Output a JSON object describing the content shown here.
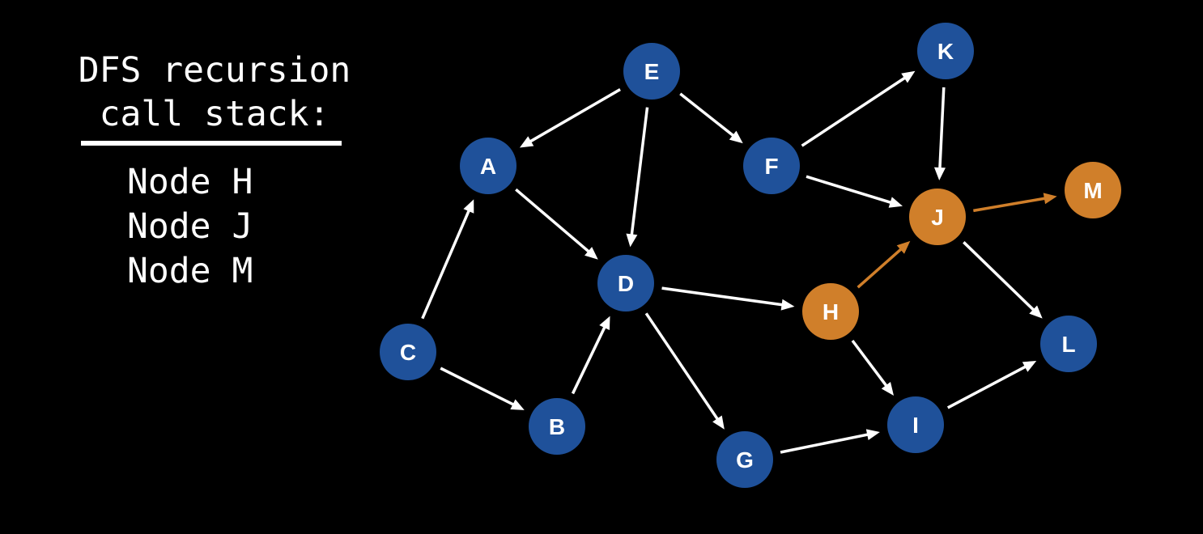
{
  "stack_panel": {
    "heading_line1": "DFS recursion",
    "heading_line2": "call stack:",
    "items": [
      "Node H",
      "Node J",
      "Node M"
    ]
  },
  "colors": {
    "background": "#000000",
    "node_unvisited": "#1f519a",
    "node_active": "#d07f2a",
    "edge_default": "#ffffff",
    "edge_active": "#d07f2a"
  },
  "graph": {
    "nodes": [
      {
        "id": "E",
        "state": "default"
      },
      {
        "id": "K",
        "state": "default"
      },
      {
        "id": "A",
        "state": "default"
      },
      {
        "id": "F",
        "state": "default"
      },
      {
        "id": "M",
        "state": "active"
      },
      {
        "id": "J",
        "state": "active"
      },
      {
        "id": "D",
        "state": "default"
      },
      {
        "id": "H",
        "state": "active"
      },
      {
        "id": "C",
        "state": "default"
      },
      {
        "id": "L",
        "state": "default"
      },
      {
        "id": "B",
        "state": "default"
      },
      {
        "id": "I",
        "state": "default"
      },
      {
        "id": "G",
        "state": "default"
      }
    ],
    "edges": [
      {
        "from": "E",
        "to": "A",
        "state": "default"
      },
      {
        "from": "E",
        "to": "D",
        "state": "default"
      },
      {
        "from": "E",
        "to": "F",
        "state": "default"
      },
      {
        "from": "F",
        "to": "K",
        "state": "default"
      },
      {
        "from": "F",
        "to": "J",
        "state": "default"
      },
      {
        "from": "K",
        "to": "J",
        "state": "default"
      },
      {
        "from": "J",
        "to": "M",
        "state": "active"
      },
      {
        "from": "H",
        "to": "J",
        "state": "active"
      },
      {
        "from": "J",
        "to": "L",
        "state": "default"
      },
      {
        "from": "A",
        "to": "D",
        "state": "default"
      },
      {
        "from": "C",
        "to": "A",
        "state": "default"
      },
      {
        "from": "C",
        "to": "B",
        "state": "default"
      },
      {
        "from": "B",
        "to": "D",
        "state": "default"
      },
      {
        "from": "D",
        "to": "H",
        "state": "default"
      },
      {
        "from": "D",
        "to": "G",
        "state": "default"
      },
      {
        "from": "H",
        "to": "I",
        "state": "default"
      },
      {
        "from": "G",
        "to": "I",
        "state": "default"
      },
      {
        "from": "I",
        "to": "L",
        "state": "default"
      }
    ]
  }
}
